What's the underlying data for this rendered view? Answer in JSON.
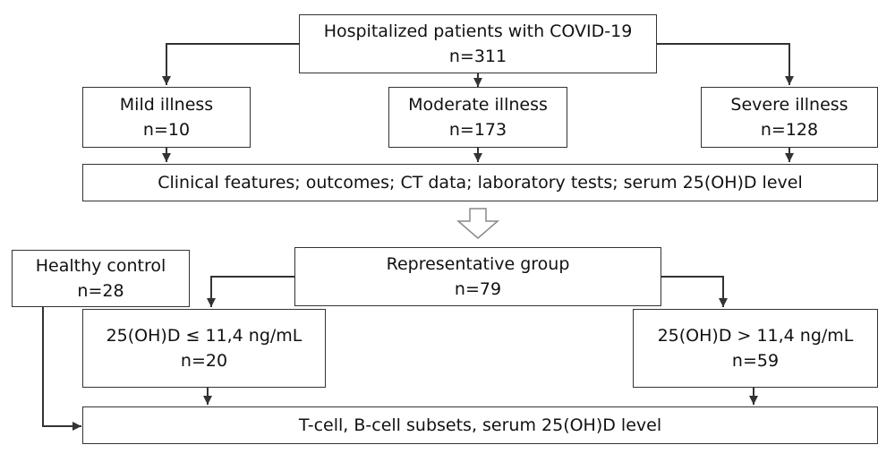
{
  "colors": {
    "line": "#333333",
    "box_border": "#333333",
    "text": "#111111",
    "background": "#ffffff",
    "hollow_arrow": "#888888"
  },
  "nodes": {
    "hospitalized": {
      "label": "Hospitalized patients with COVID-19",
      "count": "n=311"
    },
    "mild": {
      "label": "Mild illness",
      "count": "n=10"
    },
    "moderate": {
      "label": "Moderate illness",
      "count": "n=173"
    },
    "severe": {
      "label": "Severe illness",
      "count": "n=128"
    },
    "clinical": {
      "label": "Clinical features; outcomes; CT data; laboratory tests; serum 25(OH)D level"
    },
    "healthy": {
      "label": "Healthy control",
      "count": "n=28"
    },
    "representative": {
      "label": "Representative group",
      "count": "n=79"
    },
    "low_vitd": {
      "label": "25(OH)D ≤ 11,4 ng/mL",
      "count": "n=20"
    },
    "high_vitd": {
      "label": "25(OH)D > 11,4 ng/mL",
      "count": "n=59"
    },
    "tcell": {
      "label": "T-cell, B-cell subsets, serum 25(OH)D level"
    }
  },
  "edges": [
    {
      "from": "hospitalized",
      "to": "mild"
    },
    {
      "from": "hospitalized",
      "to": "moderate"
    },
    {
      "from": "hospitalized",
      "to": "severe"
    },
    {
      "from": "mild",
      "to": "clinical"
    },
    {
      "from": "moderate",
      "to": "clinical"
    },
    {
      "from": "severe",
      "to": "clinical"
    },
    {
      "from": "clinical",
      "to": "representative",
      "style": "hollow"
    },
    {
      "from": "representative",
      "to": "low_vitd"
    },
    {
      "from": "representative",
      "to": "high_vitd"
    },
    {
      "from": "healthy",
      "to": "tcell"
    },
    {
      "from": "low_vitd",
      "to": "tcell"
    },
    {
      "from": "high_vitd",
      "to": "tcell"
    }
  ]
}
